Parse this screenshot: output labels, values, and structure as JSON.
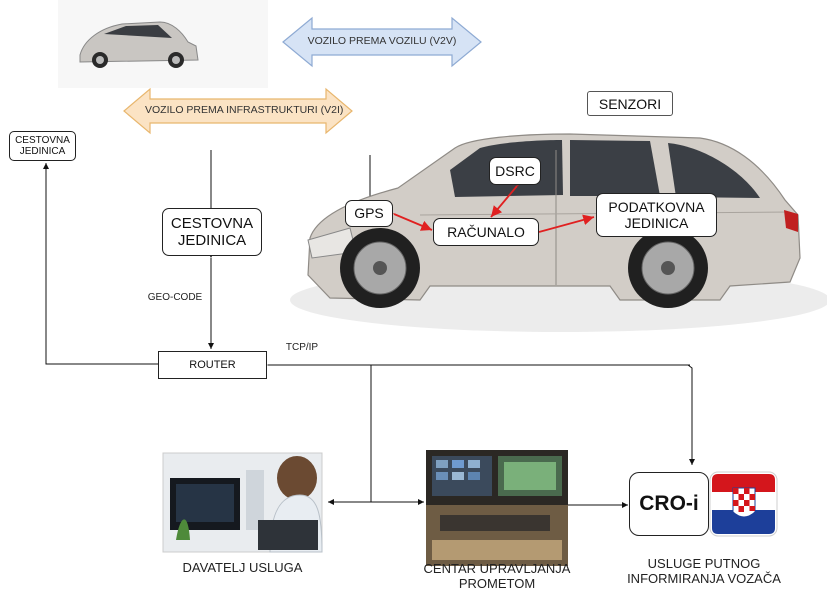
{
  "arrows": {
    "v2v": "VOZILO PREMA VOZILU (V2V)",
    "v2i": "VOZILO PREMA INFRASTRUKTURI (V2I)"
  },
  "labels": {
    "senzori": "SENZORI",
    "cestovna_small_1": "CESTOVNA",
    "cestovna_small_2": "JEDINICA",
    "cestovna_big_1": "CESTOVNA",
    "cestovna_big_2": "JEDINICA",
    "geo_code": "GEO-CODE",
    "router": "ROUTER",
    "tcpip": "TCP/IP",
    "dsrc": "DSRC",
    "gps": "GPS",
    "racunalo": "RAČUNALO",
    "podatkovna_1": "PODATKOVNA",
    "podatkovna_2": "JEDINICA",
    "cro_i": "CRO-i",
    "davatelj": "DAVATELJ USLUGA",
    "centar_1": "CENTAR UPRAVLJANJA",
    "centar_2": "PROMETOM",
    "usluge_1": "USLUGE PUTNOG",
    "usluge_2": "INFORMIRANJA VOZAČA"
  },
  "colors": {
    "v2v_fill": "#d6e3f5",
    "v2v_stroke": "#8eaad3",
    "v2i_fill": "#fbe3c4",
    "v2i_stroke": "#e8b66d",
    "car_body": "#d2cdc7",
    "red_arrow": "#e02020"
  },
  "icons": [
    "small-car-photo",
    "large-car-photo",
    "office-photo",
    "control-room-photo",
    "croatia-flag-icon"
  ]
}
